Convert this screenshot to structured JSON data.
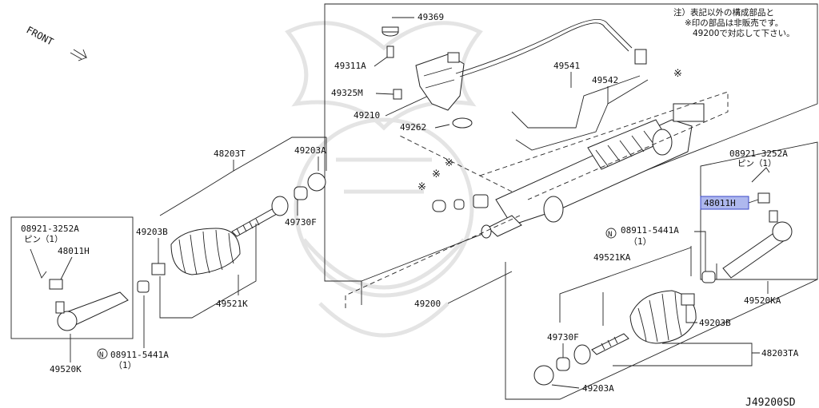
{
  "front_label": "FRONT",
  "note": {
    "line1": "注）表記以外の構成部品と",
    "line2": "※印の部品は非販売です。",
    "line3": "49200で対応して下さい。"
  },
  "labels": {
    "p49369": "49369",
    "p49311A": "49311A",
    "p49325M": "49325M",
    "p49210": "49210",
    "p49262": "49262",
    "p49541": "49541",
    "p49542": "49542",
    "p48203T": "48203T",
    "p49203A_top": "49203A",
    "p49203B_left": "49203B",
    "p49730F_left": "49730F",
    "p49521K": "49521K",
    "p49200": "49200",
    "p08921_left": "08921-3252A",
    "pin_left": "ピン（1）",
    "p48011H_left": "48011H",
    "p49520K": "49520K",
    "p08911_left": "08911-5441A",
    "qty_left": "（1）",
    "p08921_right": "08921-3252A",
    "pin_right": "ピン（1）",
    "p48011H_right": "48011H",
    "p08911_right": "08911-5441A",
    "qty_right": "（1）",
    "p49520KA": "49520KA",
    "p49521KA": "49521KA",
    "p49203B_right": "49203B",
    "p48203TA": "48203TA",
    "p49730F_right": "49730F",
    "p49203A_bottom": "49203A",
    "n_symbol": "N",
    "kome": "※",
    "diagram_code": "J49200SD"
  },
  "colors": {
    "highlight_fill": "#aeb8ee",
    "highlight_border": "#3b49c8"
  }
}
